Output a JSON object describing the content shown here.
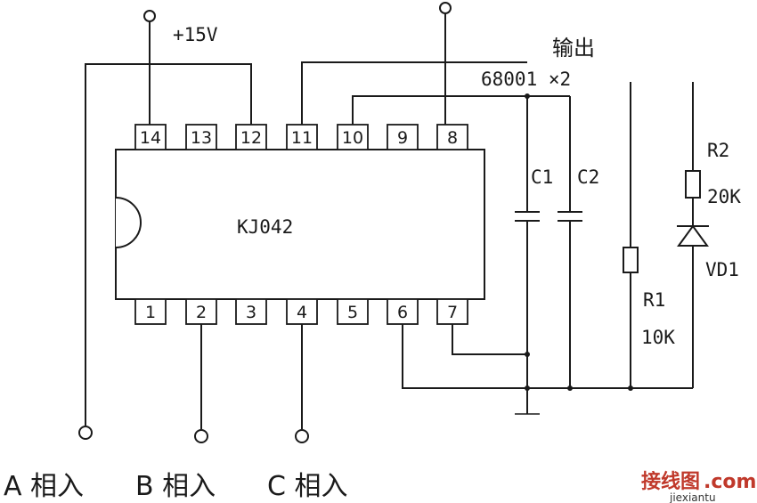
{
  "chip": {
    "name": "KJ042",
    "top_pins": [
      "14",
      "13",
      "12",
      "11",
      "10",
      "9",
      "8"
    ],
    "bottom_pins": [
      "1",
      "2",
      "3",
      "4",
      "5",
      "6",
      "7"
    ]
  },
  "labels": {
    "supply": "+15V",
    "output": "输出",
    "cap_spec": "68001 ×2",
    "c1": "C1",
    "c2": "C2",
    "r1": "R1",
    "r1_value": "10K",
    "r2": "R2",
    "r2_value": "20K",
    "vd1": "VD1"
  },
  "inputs": {
    "a": "A 相入",
    "b": "B 相入",
    "c": "C 相入"
  },
  "watermark": {
    "site": "jiexiantu",
    "brand_cn": "接线图",
    "brand_com": ".com"
  }
}
